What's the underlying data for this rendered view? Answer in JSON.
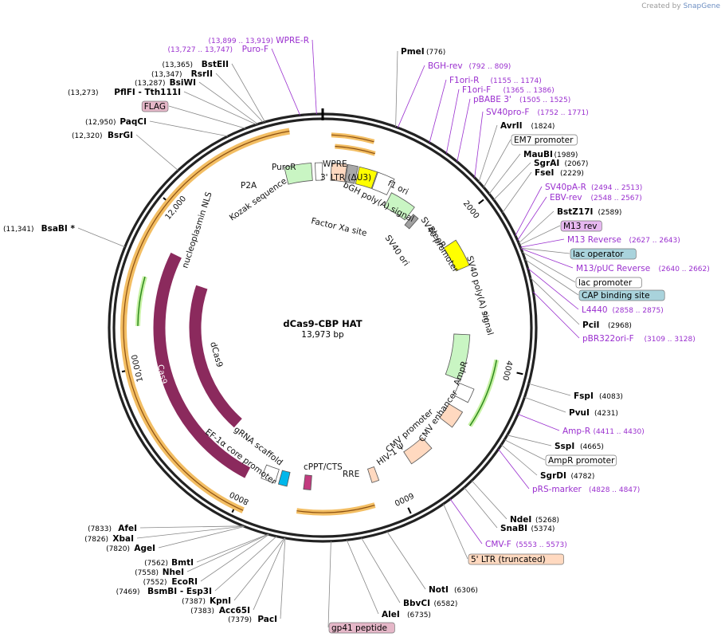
{
  "branding": {
    "created_by": "Created by",
    "app": "SnapGene"
  },
  "plasmid": {
    "name": "dCas9-CBP HAT",
    "length_label": "13,973 bp",
    "length": 13973
  },
  "colors": {
    "backbone": "#222222",
    "enzyme": "#000000",
    "primer": "#9a2fcf",
    "cas9": "#8b2a5d",
    "orange_band": "#f3be63",
    "green": "#2e8a1c",
    "yellow": "#ffff00",
    "puro": "#c9f5c3",
    "wpre": "#ffffff"
  },
  "ticks": [
    {
      "pos": 2000,
      "label": "2000"
    },
    {
      "pos": 4000,
      "label": "4000"
    },
    {
      "pos": 6000,
      "label": "6000"
    },
    {
      "pos": 8000,
      "label": "8000"
    },
    {
      "pos": 10000,
      "label": "10,000"
    },
    {
      "pos": 12000,
      "label": "12,000"
    }
  ],
  "right_labels": [
    {
      "name": "PmeI",
      "coord": "(776)",
      "kind": "enzyme",
      "pos": 776
    },
    {
      "name": "BGH-rev",
      "coord": "(792 .. 809)",
      "kind": "primer",
      "pos": 800
    },
    {
      "name": "F1ori-R",
      "coord": "(1155 .. 1174)",
      "kind": "primer",
      "pos": 1165
    },
    {
      "name": "F1ori-F",
      "coord": "(1365 .. 1386)",
      "kind": "primer",
      "pos": 1375
    },
    {
      "name": "pBABE 3'",
      "coord": "(1505 .. 1525)",
      "kind": "primer",
      "pos": 1515
    },
    {
      "name": "SV40pro-F",
      "coord": "(1752 .. 1771)",
      "kind": "primer",
      "pos": 1761
    },
    {
      "name": "AvrII",
      "coord": "(1824)",
      "kind": "enzyme",
      "pos": 1824
    },
    {
      "name": "EM7 promoter",
      "coord": "",
      "kind": "feature-white",
      "pos": 1900
    },
    {
      "name": "MauBI",
      "coord": "(1989)",
      "kind": "enzyme",
      "pos": 1989
    },
    {
      "name": "SgrAI",
      "coord": "(2067)",
      "kind": "enzyme",
      "pos": 2067
    },
    {
      "name": "FseI",
      "coord": "(2229)",
      "kind": "enzyme",
      "pos": 2229
    },
    {
      "name": "SV40pA-R",
      "coord": "(2494 .. 2513)",
      "kind": "primer",
      "pos": 2503
    },
    {
      "name": "EBV-rev",
      "coord": "(2548 .. 2567)",
      "kind": "primer",
      "pos": 2557
    },
    {
      "name": "BstZ17I",
      "coord": "(2589)",
      "kind": "enzyme",
      "pos": 2589
    },
    {
      "name": "M13 rev",
      "coord": "",
      "kind": "feature-purple",
      "pos": 2610
    },
    {
      "name": "M13 Reverse",
      "coord": "(2627 .. 2643)",
      "kind": "primer",
      "pos": 2635
    },
    {
      "name": "lac operator",
      "coord": "",
      "kind": "feature-teal",
      "pos": 2645
    },
    {
      "name": "M13/pUC Reverse",
      "coord": "(2640 .. 2662)",
      "kind": "primer",
      "pos": 2651
    },
    {
      "name": "lac promoter",
      "coord": "",
      "kind": "feature-white",
      "pos": 2690
    },
    {
      "name": "CAP binding site",
      "coord": "",
      "kind": "feature-teal",
      "pos": 2770
    },
    {
      "name": "L4440",
      "coord": "(2858 .. 2875)",
      "kind": "primer",
      "pos": 2866
    },
    {
      "name": "PciI",
      "coord": "(2968)",
      "kind": "enzyme",
      "pos": 2968
    },
    {
      "name": "pBR322ori-F",
      "coord": "(3109 .. 3128)",
      "kind": "primer",
      "pos": 3118
    },
    {
      "name": "FspI",
      "coord": "(4083)",
      "kind": "enzyme",
      "pos": 4083
    },
    {
      "name": "PvuI",
      "coord": "(4231)",
      "kind": "enzyme",
      "pos": 4231
    },
    {
      "name": "Amp-R",
      "coord": "(4411 .. 4430)",
      "kind": "primer",
      "pos": 4420
    },
    {
      "name": "SspI",
      "coord": "(4665)",
      "kind": "enzyme",
      "pos": 4665
    },
    {
      "name": "AmpR promoter",
      "coord": "",
      "kind": "feature-white",
      "pos": 4720
    },
    {
      "name": "SgrDI",
      "coord": "(4782)",
      "kind": "enzyme",
      "pos": 4782
    },
    {
      "name": "pRS-marker",
      "coord": "(4828 .. 4847)",
      "kind": "primer",
      "pos": 4837
    },
    {
      "name": "NdeI",
      "coord": "(5268)",
      "kind": "enzyme",
      "pos": 5268
    },
    {
      "name": "SnaBI",
      "coord": "(5374)",
      "kind": "enzyme",
      "pos": 5374
    },
    {
      "name": "CMV-F",
      "coord": "(5553 .. 5573)",
      "kind": "primer",
      "pos": 5563
    },
    {
      "name": "5' LTR (truncated)",
      "coord": "",
      "kind": "feature-peach",
      "pos": 5650
    },
    {
      "name": "NotI",
      "coord": "(6306)",
      "kind": "enzyme",
      "pos": 6306
    },
    {
      "name": "BbvCI",
      "coord": "(6582)",
      "kind": "enzyme",
      "pos": 6582
    },
    {
      "name": "AleI",
      "coord": "(6735)",
      "kind": "enzyme",
      "pos": 6735
    },
    {
      "name": "gp41 peptide",
      "coord": "",
      "kind": "feature-pink",
      "pos": 6900
    }
  ],
  "left_labels": [
    {
      "name": "WPRE-R",
      "coord": "(13,899 .. 13,919)",
      "kind": "primer",
      "pos": 13909
    },
    {
      "name": "Puro-F",
      "coord": "(13,727 .. 13,747)",
      "kind": "primer",
      "pos": 13737
    },
    {
      "name": "BstEII",
      "coord": "(13,365)",
      "kind": "enzyme",
      "pos": 13365
    },
    {
      "name": "RsrII",
      "coord": "(13,347)",
      "kind": "enzyme",
      "pos": 13347
    },
    {
      "name": "BsiWI",
      "coord": "(13,287)",
      "kind": "enzyme",
      "pos": 13287
    },
    {
      "name": "PflFI - Tth111I",
      "coord": "(13,273)",
      "kind": "enzyme",
      "pos": 13273
    },
    {
      "name": "FLAG",
      "coord": "",
      "kind": "feature-pink",
      "pos": 13150
    },
    {
      "name": "PaqCI",
      "coord": "(12,950)",
      "kind": "enzyme",
      "pos": 12950
    },
    {
      "name": "BsrGI",
      "coord": "(12,320)",
      "kind": "enzyme",
      "pos": 12320
    },
    {
      "name": "BsaBI *",
      "coord": "(11,341)",
      "kind": "enzyme",
      "pos": 11341
    },
    {
      "name": "AfeI",
      "coord": "(7833)",
      "kind": "enzyme",
      "pos": 7833
    },
    {
      "name": "XbaI",
      "coord": "(7826)",
      "kind": "enzyme",
      "pos": 7826
    },
    {
      "name": "AgeI",
      "coord": "(7820)",
      "kind": "enzyme",
      "pos": 7820
    },
    {
      "name": "BmtI",
      "coord": "(7562)",
      "kind": "enzyme",
      "pos": 7562
    },
    {
      "name": "NheI",
      "coord": "(7558)",
      "kind": "enzyme",
      "pos": 7558
    },
    {
      "name": "EcoRI",
      "coord": "(7552)",
      "kind": "enzyme",
      "pos": 7552
    },
    {
      "name": "BsmBI - Esp3I",
      "coord": "(7469)",
      "kind": "enzyme",
      "pos": 7469
    },
    {
      "name": "KpnI",
      "coord": "(7387)",
      "kind": "enzyme",
      "pos": 7387
    },
    {
      "name": "Acc65I",
      "coord": "(7383)",
      "kind": "enzyme",
      "pos": 7383
    },
    {
      "name": "PacI",
      "coord": "(7379)",
      "kind": "enzyme",
      "pos": 7379
    }
  ],
  "inner_labels": [
    {
      "text": "PuroR"
    },
    {
      "text": "WPRE"
    },
    {
      "text": "3' LTR (ΔU3)"
    },
    {
      "text": "P2A"
    },
    {
      "text": "f1 ori"
    },
    {
      "text": "bGH poly(A) signal"
    },
    {
      "text": "Kozak sequence"
    },
    {
      "text": "Factor Xa site"
    },
    {
      "text": "BleoR"
    },
    {
      "text": "SV40 promoter"
    },
    {
      "text": "SV40 ori"
    },
    {
      "text": "SV40 poly(A) signal"
    },
    {
      "text": "ori"
    },
    {
      "text": "nucleoplasmin NLS"
    },
    {
      "text": "dCas9"
    },
    {
      "text": "Cas9"
    },
    {
      "text": "AmpR"
    },
    {
      "text": "CMV enhancer"
    },
    {
      "text": "CMV promoter"
    },
    {
      "text": "HIV-1 Ψ"
    },
    {
      "text": "RRE"
    },
    {
      "text": "cPPT/CTS"
    },
    {
      "text": "gRNA scaffold"
    },
    {
      "text": "EF-1α core promoter"
    }
  ]
}
